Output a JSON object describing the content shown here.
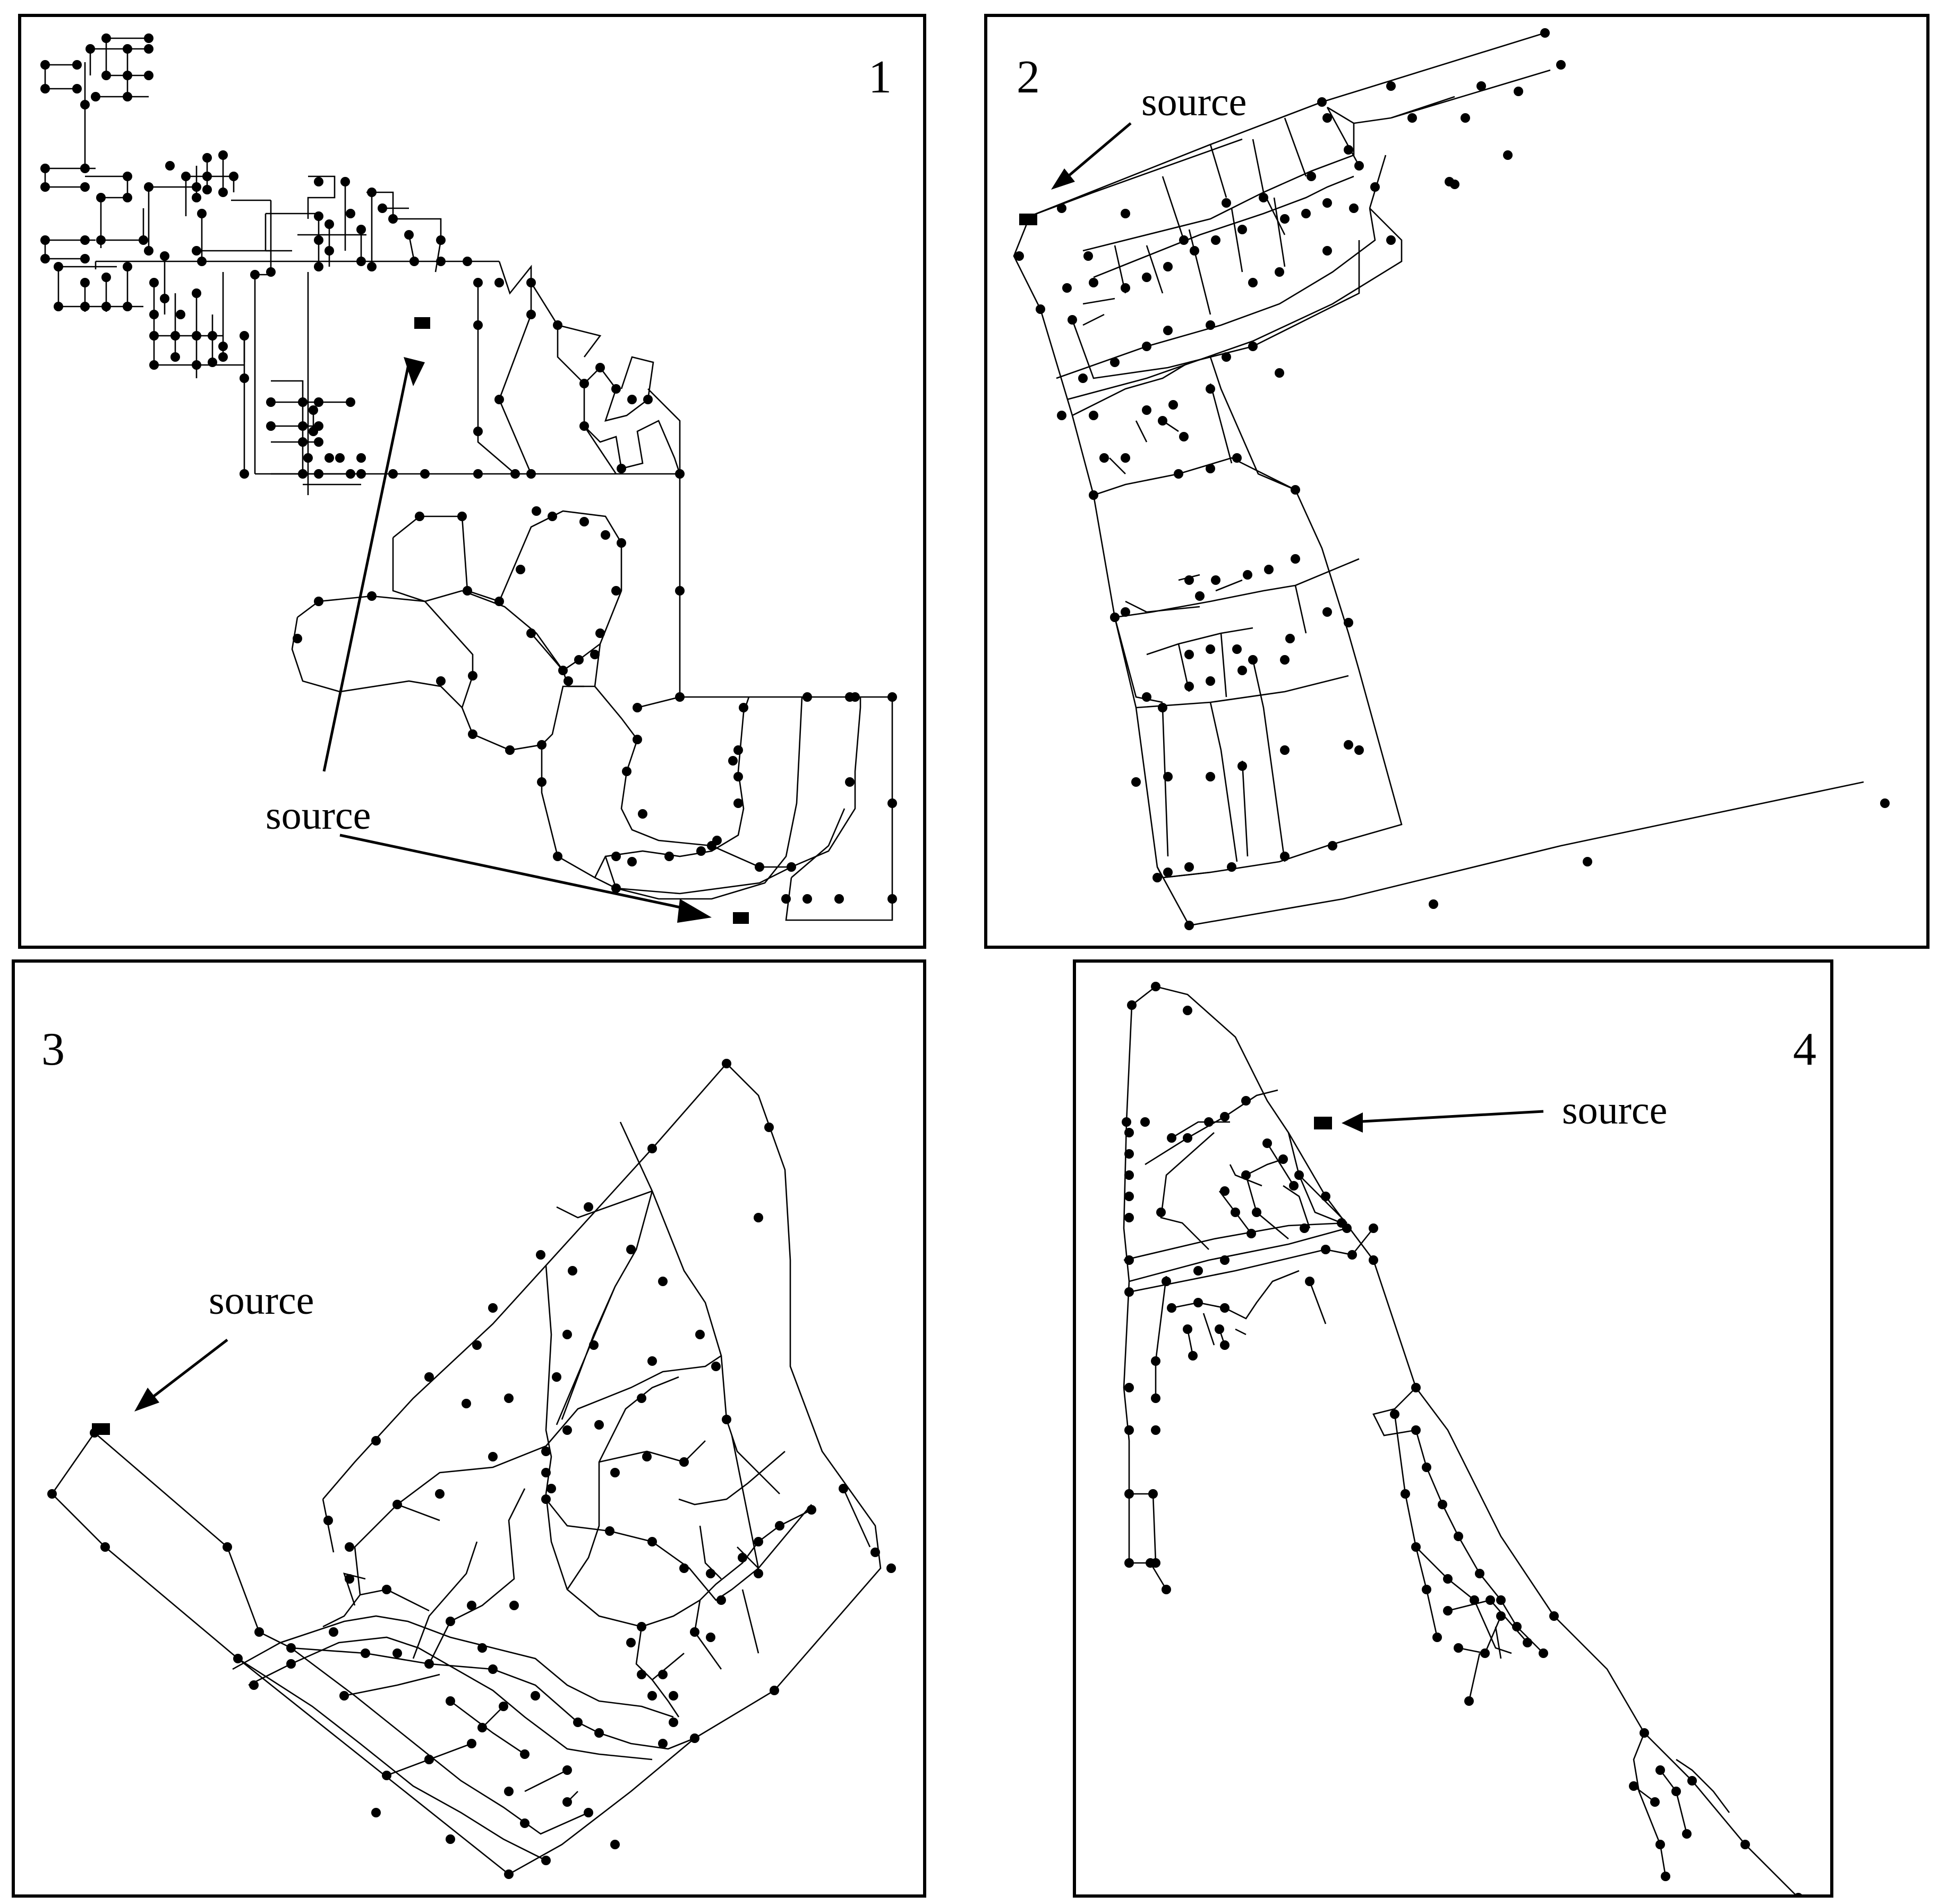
{
  "panels": [
    {
      "number": "1",
      "annotation": "source"
    },
    {
      "number": "2",
      "annotation": "source"
    },
    {
      "number": "3",
      "annotation": "source"
    },
    {
      "number": "4",
      "annotation": "source"
    }
  ]
}
